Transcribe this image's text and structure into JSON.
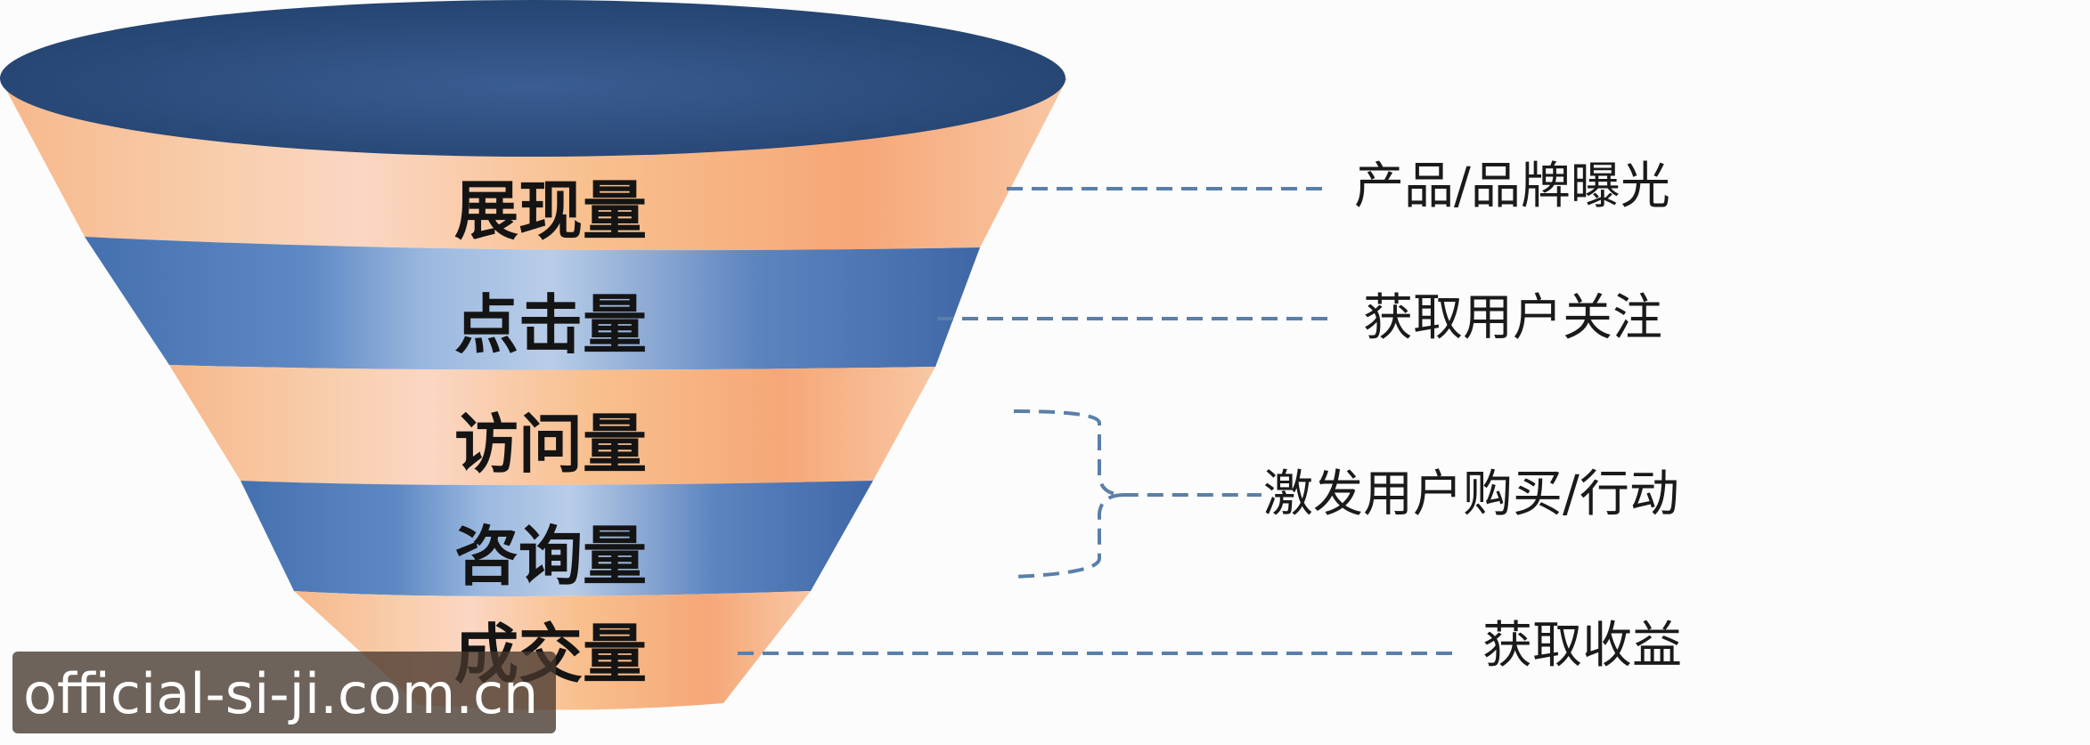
{
  "funnel": {
    "stages": [
      {
        "label": "展现量",
        "band": "orange"
      },
      {
        "label": "点击量",
        "band": "blue"
      },
      {
        "label": "访问量",
        "band": "orange"
      },
      {
        "label": "咨询量",
        "band": "blue"
      },
      {
        "label": "成交量",
        "band": "orange"
      }
    ]
  },
  "annotations": [
    {
      "label": "产品/品牌曝光"
    },
    {
      "label": "获取用户关注"
    },
    {
      "label": "激发用户购买/行动"
    },
    {
      "label": "获取收益"
    }
  ],
  "watermark": "official-si-ji.com.cn",
  "colors": {
    "top_ellipse": "#2f4f82",
    "blue_band": "#4f78b4",
    "orange_band": "#f6ac7c",
    "leader_line": "#5a7fa8",
    "background": "#fbfcfb"
  }
}
